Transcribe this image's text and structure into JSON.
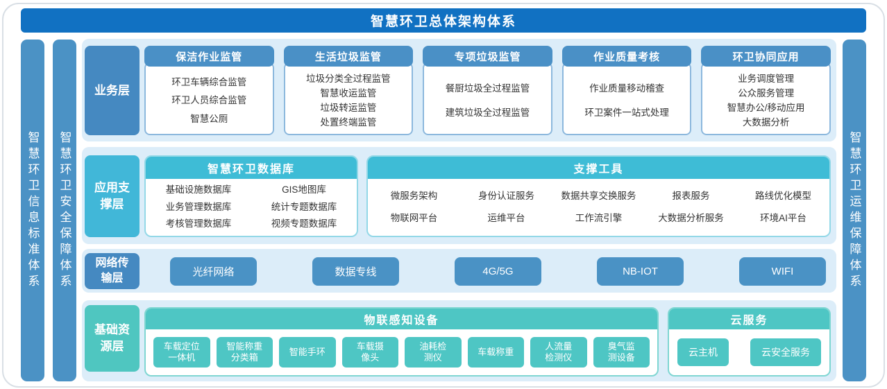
{
  "banner": {
    "title": "智慧环卫总体架构体系"
  },
  "pillars": {
    "left_outer": "智慧环卫信息标准体系",
    "left_inner": "智慧环卫安全保障体系",
    "right": "智慧环卫运维保障体系"
  },
  "business": {
    "label": "业务层",
    "columns": [
      {
        "header": "保洁作业监管",
        "items": [
          "环卫车辆综合监管",
          "环卫人员综合监管",
          "智慧公厕"
        ]
      },
      {
        "header": "生活垃圾监管",
        "items": [
          "垃圾分类全过程监管",
          "智慧收运监管",
          "垃圾转运监管",
          "处置终端监管"
        ]
      },
      {
        "header": "专项垃圾监管",
        "items": [
          "餐厨垃圾全过程监管",
          "建筑垃圾全过程监管"
        ]
      },
      {
        "header": "作业质量考核",
        "items": [
          "作业质量移动稽查",
          "环卫案件一站式处理"
        ]
      },
      {
        "header": "环卫协同应用",
        "items": [
          "业务调度管理",
          "公众服务管理",
          "智慧办公/移动应用",
          "大数据分析"
        ]
      }
    ]
  },
  "support": {
    "label": "应用支\n撑层",
    "database": {
      "header": "智慧环卫数据库",
      "rows": [
        [
          "基础设施数据库",
          "GIS地图库"
        ],
        [
          "业务管理数据库",
          "统计专题数据库"
        ],
        [
          "考核管理数据库",
          "视频专题数据库"
        ]
      ]
    },
    "tools": {
      "header": "支撑工具",
      "rows": [
        [
          "微服务架构",
          "身份认证服务",
          "数据共享交换服务",
          "报表服务",
          "路线优化模型"
        ],
        [
          "物联网平台",
          "运维平台",
          "工作流引擎",
          "大数据分析服务",
          "环境AI平台"
        ]
      ]
    }
  },
  "network": {
    "label": "网络传\n输层",
    "items": [
      "光纤网络",
      "数据专线",
      "4G/5G",
      "NB-IOT",
      "WIFI"
    ]
  },
  "resource": {
    "label": "基础资\n源层",
    "iot": {
      "header": "物联感知设备",
      "items": [
        "车载定位\n一体机",
        "智能称重\n分类箱",
        "智能手环",
        "车载摄\n像头",
        "油耗检\n测仪",
        "车载称重",
        "人流量\n检测仪",
        "臭气监\n测设备"
      ]
    },
    "cloud": {
      "header": "云服务",
      "items": [
        "云主机",
        "云安全服务"
      ]
    }
  },
  "colors": {
    "banner_blue": "#1171c2",
    "steel_blue": "#4a90c5",
    "cyan_accent": "#3ebcd6",
    "teal_accent": "#4ec6c4",
    "band_background": "#dcedf9"
  }
}
